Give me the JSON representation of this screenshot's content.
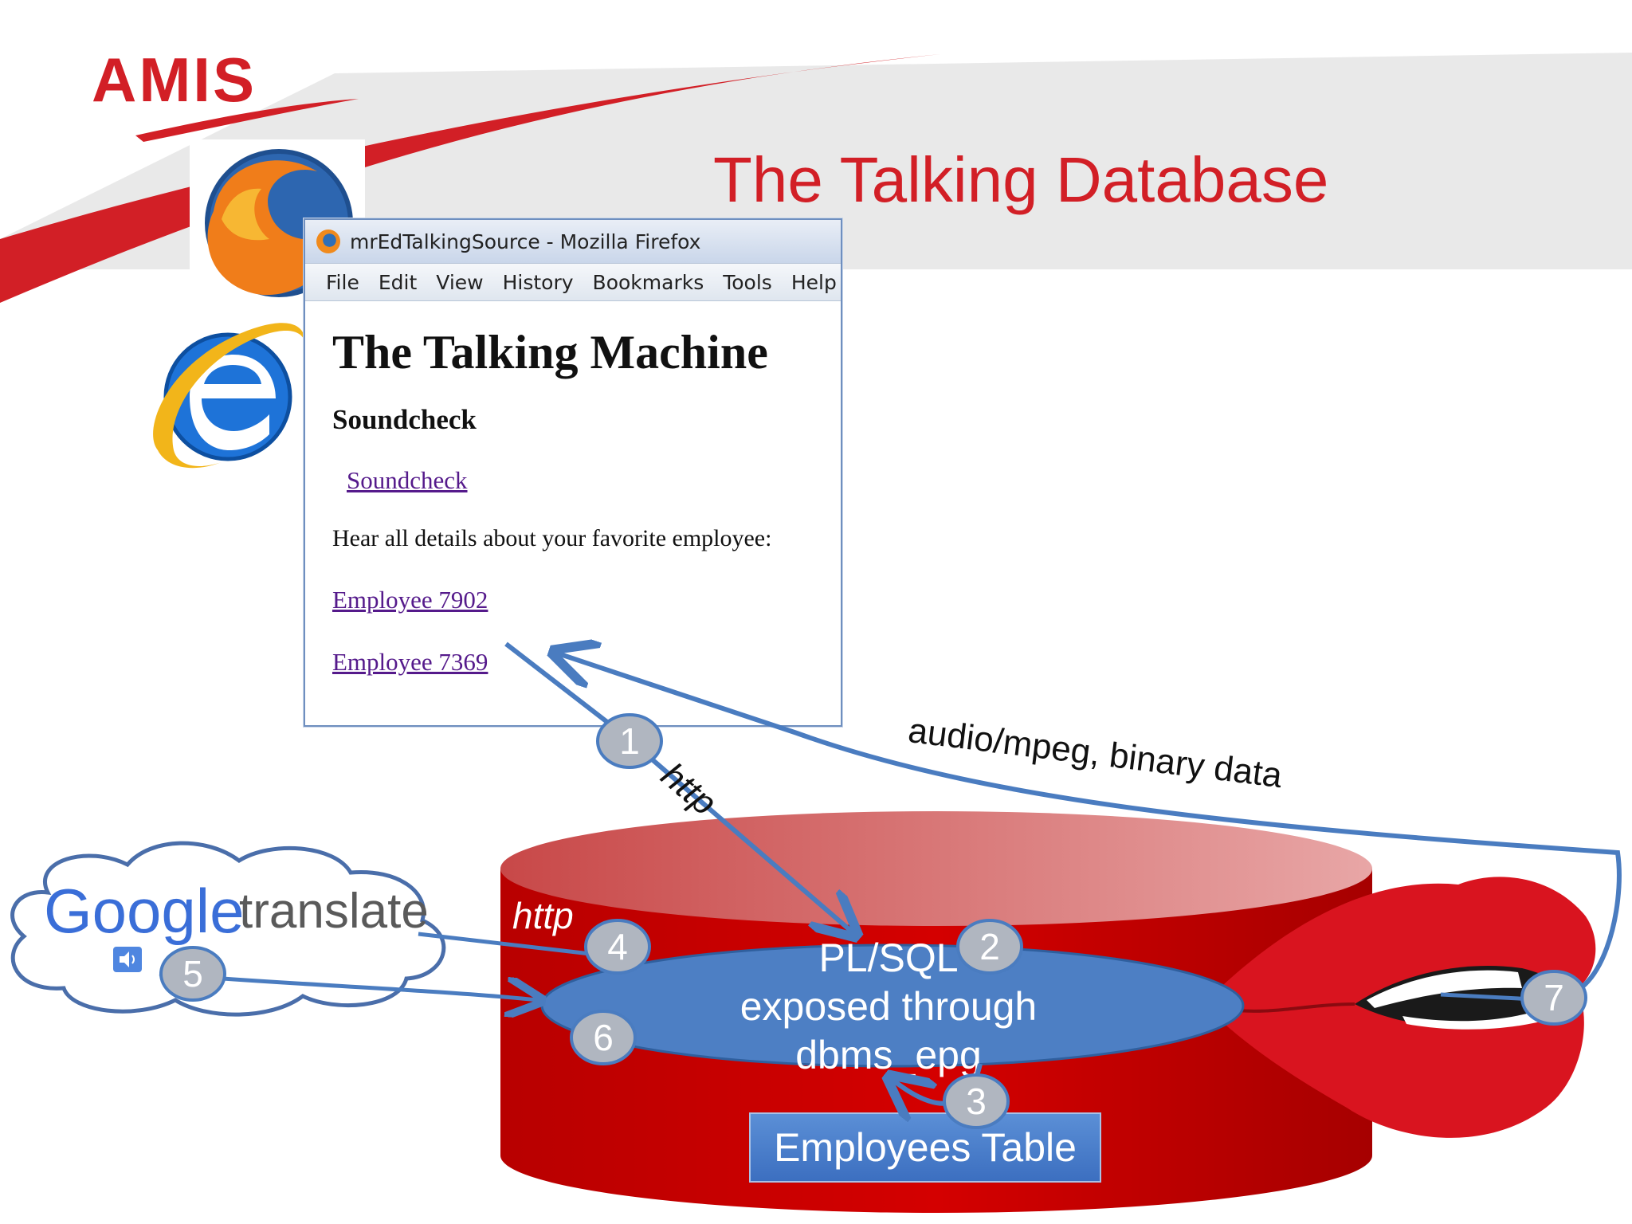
{
  "logo": "AMIS",
  "title": "The Talking Database",
  "browser": {
    "window_title": "mrEdTalkingSource - Mozilla Firefox",
    "menu": [
      "File",
      "Edit",
      "View",
      "History",
      "Bookmarks",
      "Tools",
      "Help"
    ],
    "heading": "The Talking Machine",
    "subheading": "Soundcheck",
    "soundcheck_link": "Soundcheck",
    "intro": "Hear all details about your favorite employee:",
    "employee_links": [
      "Employee 7902",
      "Employee 7369"
    ]
  },
  "labels": {
    "http_1": "http",
    "http_2": "http",
    "response": "audio/mpeg, binary data"
  },
  "google": {
    "word": "Google",
    "translate": "translate"
  },
  "plsql_lines": [
    "PL/SQL",
    "exposed through",
    "dbms_epg"
  ],
  "employees_table": "Employees Table",
  "steps": [
    "1",
    "2",
    "3",
    "4",
    "5",
    "6",
    "7"
  ],
  "colors": {
    "brand_red": "#d21f26",
    "arrow_blue": "#4a7cc0",
    "ellipse_blue": "#4d7fc4",
    "cylinder_red": "#c00000"
  },
  "icons": [
    "firefox-icon",
    "internet-explorer-icon",
    "speaker-icon",
    "lips-illustration"
  ]
}
